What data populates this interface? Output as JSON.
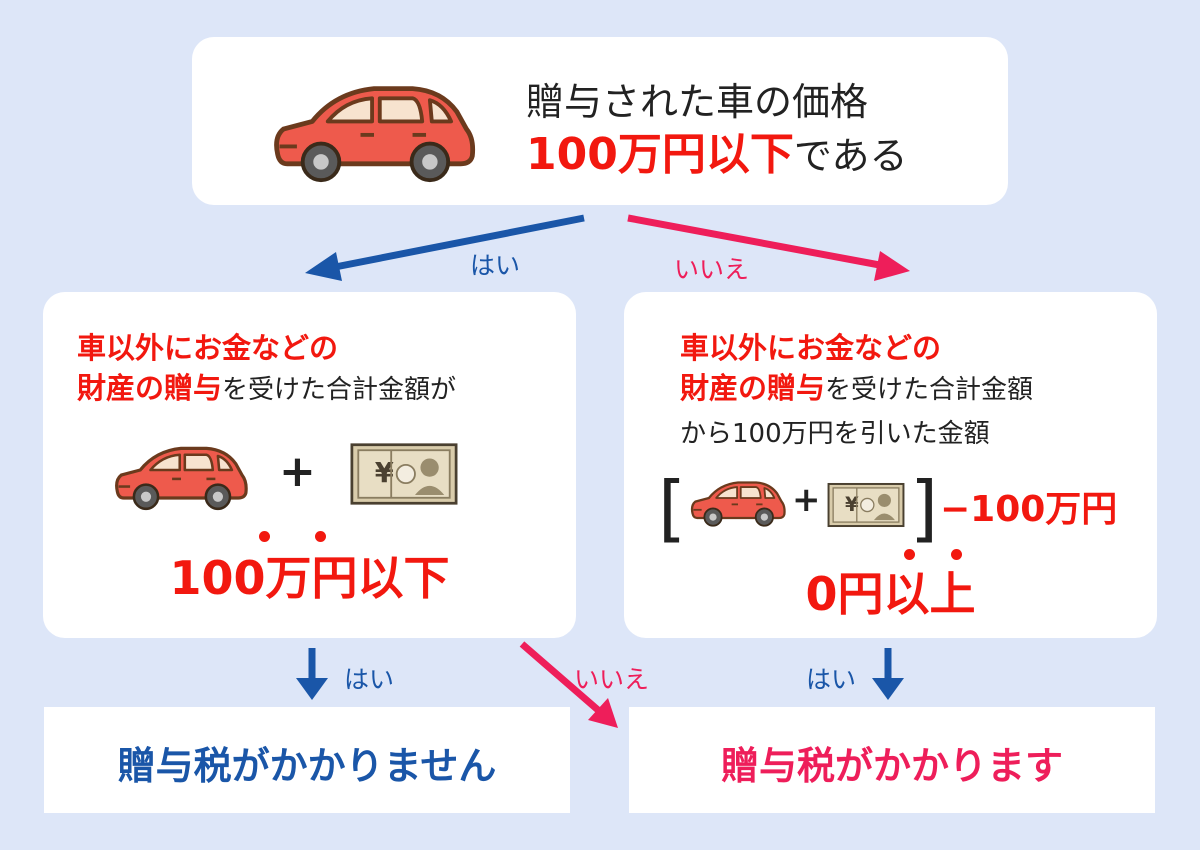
{
  "question1": {
    "line1": "贈与された車の価格",
    "line2_highlight": "100万円以下",
    "line2_rest": "である"
  },
  "branch1": {
    "yes": "はい",
    "no": "いいえ"
  },
  "left_box": {
    "line1": "車以外にお金などの",
    "line2_highlight": "財産の贈与",
    "line2_rest": "を受けた合計金額が",
    "plus": "+",
    "result": "100万円以下"
  },
  "right_box": {
    "line1": "車以外にお金などの",
    "line2_highlight": "財産の贈与",
    "line2_rest": "を受けた合計金額",
    "line3": "から100万円を引いた金額",
    "bracket_open": "[",
    "bracket_close": "]",
    "plus": "+",
    "minus_amount": "−100万円",
    "result": "0円以上"
  },
  "branch2": {
    "left_yes": "はい",
    "cross_no": "いいえ",
    "right_yes": "はい"
  },
  "outcomes": {
    "no_tax": "贈与税がかかりません",
    "tax": "贈与税がかかります"
  },
  "colors": {
    "background": "#dde6f8",
    "highlight_red": "#f2180f",
    "yes_blue": "#1a56a8",
    "no_pink": "#ee1e5a",
    "car_body": "#ee5a4c",
    "money": "#d9ccab"
  },
  "icons": [
    "car-icon",
    "banknote-icon",
    "arrow-icon"
  ]
}
